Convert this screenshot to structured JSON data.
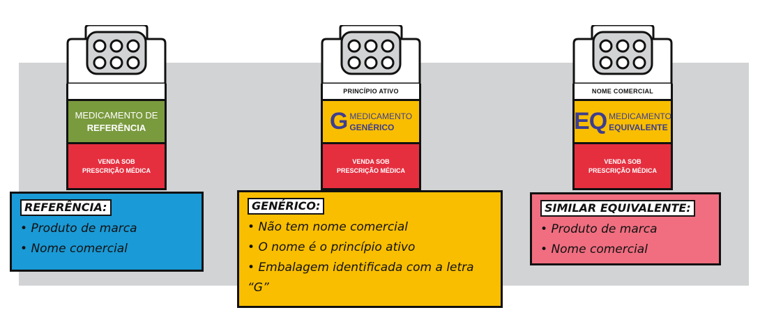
{
  "packages": [
    {
      "top_label": "",
      "name_line1": "MEDICAMENTO DE",
      "name_line2": "REFERÊNCIA",
      "rx_line1": "VENDA SOB",
      "rx_line2": "PRESCRIÇÃO MÉDICA"
    },
    {
      "top_label": "PRINCÍPIO ATIVO",
      "letter": "G",
      "name_line1": "MEDICAMENTO",
      "name_line2": "GENÉRICO",
      "rx_line1": "VENDA SOB",
      "rx_line2": "PRESCRIÇÃO MÉDICA"
    },
    {
      "top_label": "NOME COMERCIAL",
      "letter": "EQ",
      "name_line1": "MEDICAMENTO",
      "name_line2": "EQUIVALENTE",
      "rx_line1": "VENDA SOB",
      "rx_line2": "PRESCRIÇÃO MÉDICA"
    }
  ],
  "boxes": [
    {
      "title": "REFERÊNCIA:",
      "items": [
        "Produto de marca",
        "Nome comercial"
      ]
    },
    {
      "title": "GENÉRICO:",
      "items": [
        "Não tem nome comercial",
        "O nome é o princípio ativo",
        "Embalagem identificada com a letra “G”"
      ]
    },
    {
      "title": "SIMILAR EQUIVALENTE:",
      "items": [
        "Produto de marca",
        "Nome comercial"
      ]
    }
  ],
  "colors": {
    "background_band": "#d1d3d4",
    "referencia_green": "#7a9a3e",
    "generico_yellow": "#f9be00",
    "prescription_red": "#e52f3f",
    "referencia_box_blue": "#1a9ad6",
    "similar_box_pink": "#f06e80",
    "letter_blue": "#3d3d8f"
  }
}
